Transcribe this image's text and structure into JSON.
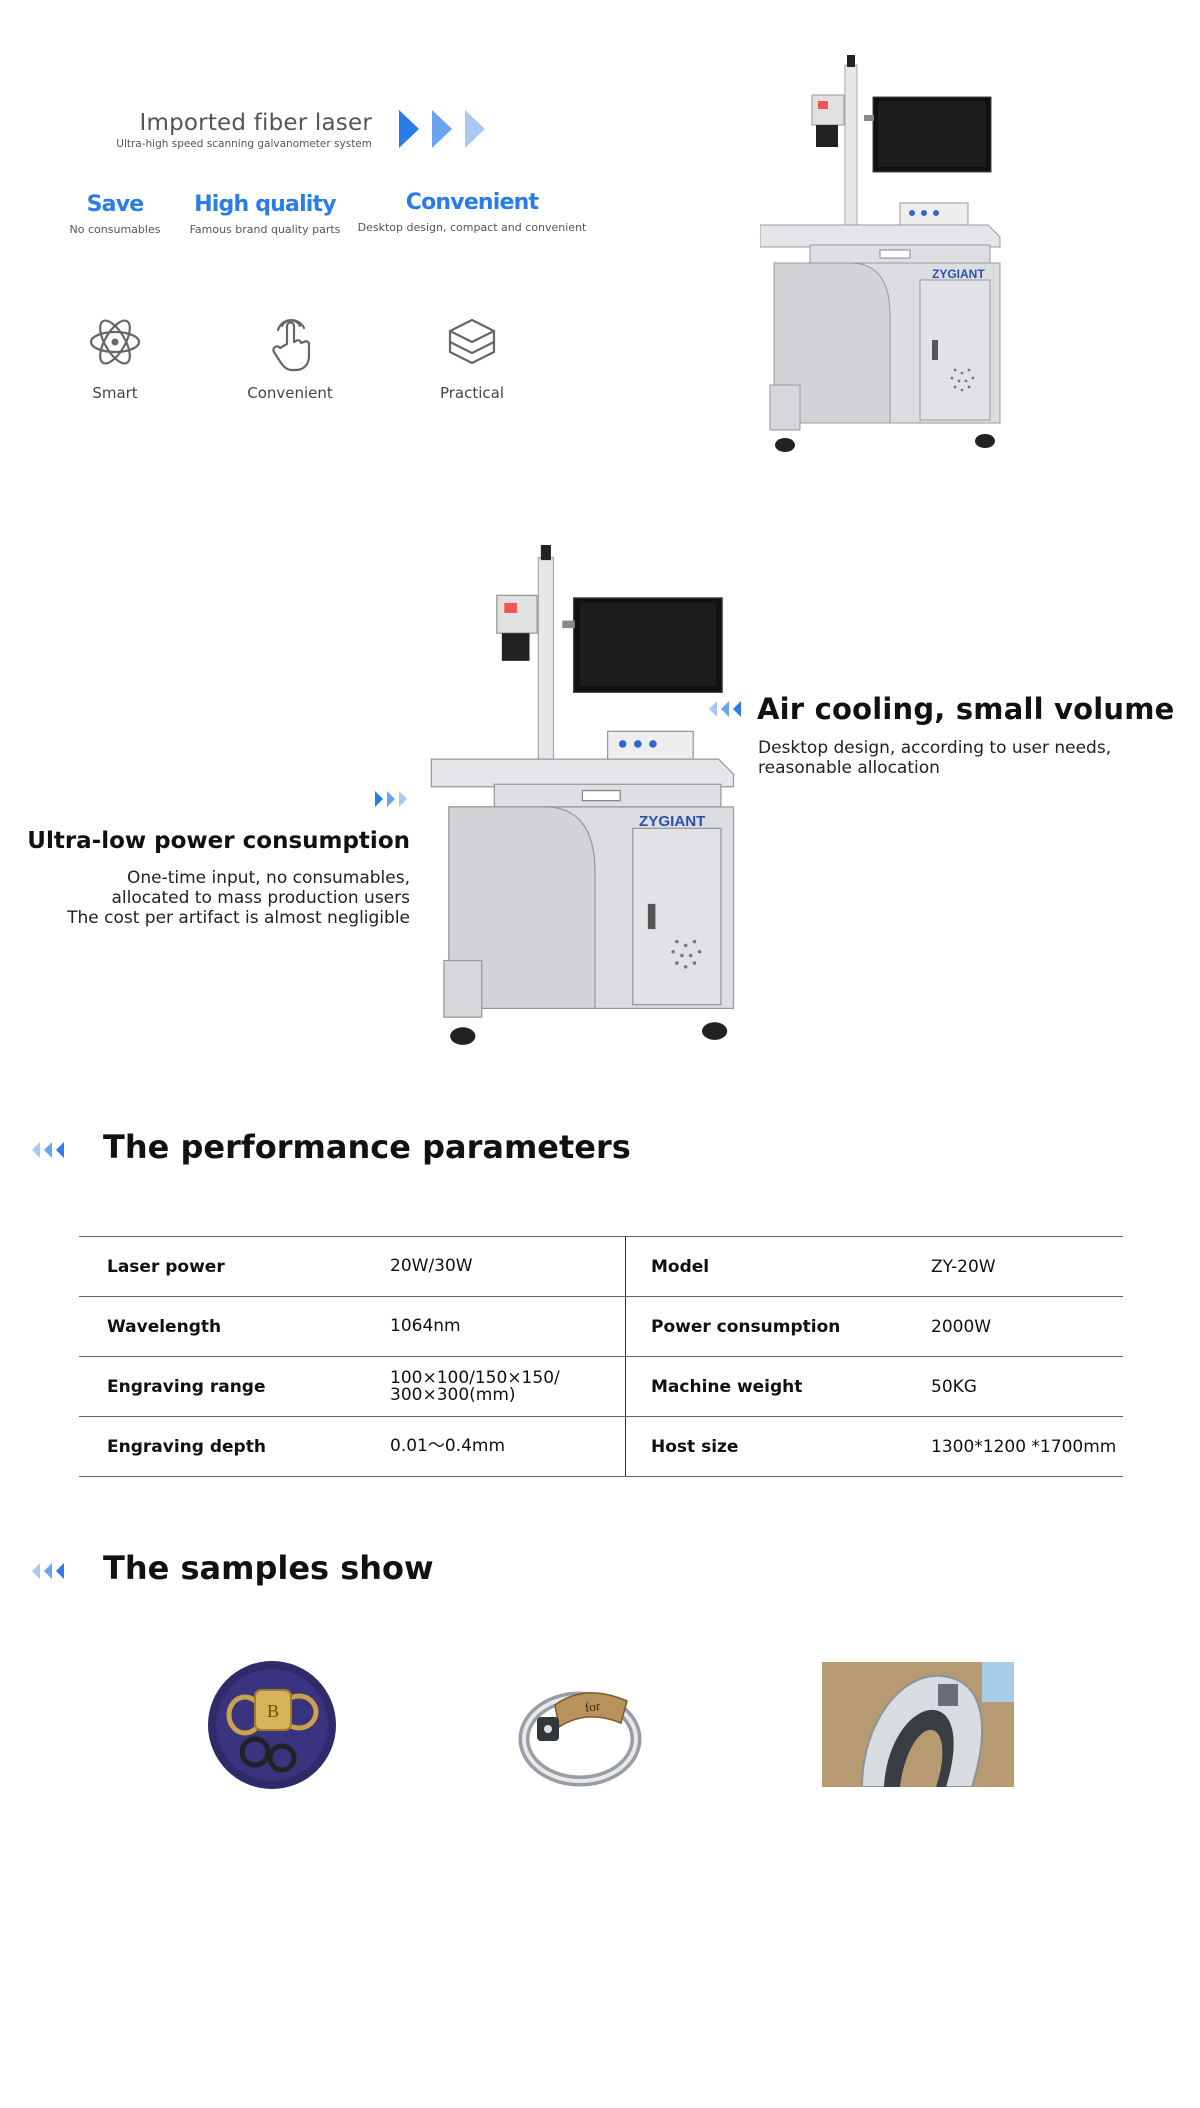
{
  "hero": {
    "title": "Imported fiber laser",
    "subtitle": "Ultra-high speed scanning galvanometer system"
  },
  "features": [
    {
      "title": "Save",
      "subtitle": "No consumables"
    },
    {
      "title": "High quality",
      "subtitle": "Famous brand quality parts"
    },
    {
      "title": "Convenient",
      "subtitle": "Desktop design, compact and convenient"
    }
  ],
  "icon_features": [
    {
      "label": "Smart",
      "icon": "atom-icon"
    },
    {
      "label": "Convenient",
      "icon": "touch-hand-icon"
    },
    {
      "label": "Practical",
      "icon": "box-icon"
    }
  ],
  "machine": {
    "brand": "ZYGIANT"
  },
  "highlights": {
    "right": {
      "title": "Air cooling, small volume",
      "description_lines": [
        "Desktop design, according to user needs,",
        "reasonable allocation"
      ]
    },
    "left": {
      "title": "Ultra-low power consumption",
      "description_lines": [
        "One-time input, no consumables,",
        "allocated to mass production users",
        "The cost per artifact is almost negligible"
      ]
    }
  },
  "performance": {
    "heading": "The performance parameters",
    "rows": [
      {
        "label1": "Laser power",
        "value1": "20W/30W",
        "label2": "Model",
        "value2": "ZY-20W"
      },
      {
        "label1": "Wavelength",
        "value1": "1064nm",
        "label2": "Power consumption",
        "value2": "2000W"
      },
      {
        "label1": "Engraving range",
        "value1": "100×100/150×150/ 300×300(mm)",
        "label2": "Machine weight",
        "value2": "50KG"
      },
      {
        "label1": "Engraving depth",
        "value1": "0.01～0.4mm",
        "label2": "Host size",
        "value2": "1300*1200 *1700mm"
      }
    ]
  },
  "samples": {
    "heading": "The samples show",
    "items": [
      "keychain-sample-image",
      "ring-sample-image",
      "metal-clip-sample-image"
    ]
  },
  "colors": {
    "accent": "#2a7ce8",
    "accent_light": "#6aa3ee",
    "accent_lighter": "#a9c9f3",
    "machine_body": "#dcdde0"
  }
}
